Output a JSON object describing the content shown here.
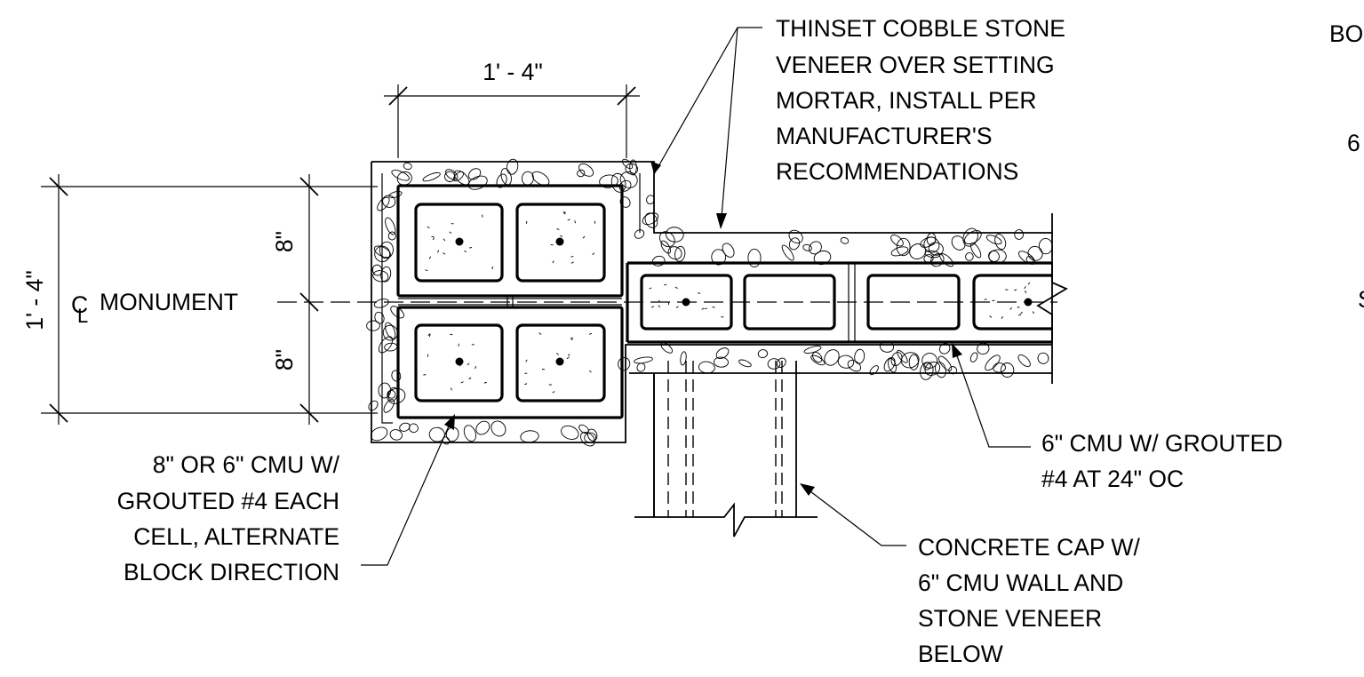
{
  "dimensions": {
    "top_width": "1' - 4\"",
    "left_height": "1' - 4\"",
    "upper_cell": "8\"",
    "lower_cell": "8\""
  },
  "centerline": {
    "symbol_c": "C",
    "symbol_l": "L",
    "label": "MONUMENT"
  },
  "notes": {
    "veneer": [
      "THINSET COBBLE STONE",
      "VENEER OVER SETTING",
      "MORTAR, INSTALL PER",
      "MANUFACTURER'S",
      "RECOMMENDATIONS"
    ],
    "cmu_column": [
      "8\" OR 6\" CMU W/",
      "GROUTED #4 EACH",
      "CELL, ALTERNATE",
      "BLOCK DIRECTION"
    ],
    "cmu_wall": [
      "6\" CMU W/ GROUTED",
      "#4 AT 24\" OC"
    ],
    "concrete_cap": [
      "CONCRETE CAP W/",
      "6\" CMU WALL AND",
      "STONE VENEER",
      "BELOW"
    ],
    "edge_fragments": [
      "BO",
      "6",
      "S"
    ]
  },
  "colors": {
    "ink": "#000000",
    "paper": "#ffffff"
  }
}
